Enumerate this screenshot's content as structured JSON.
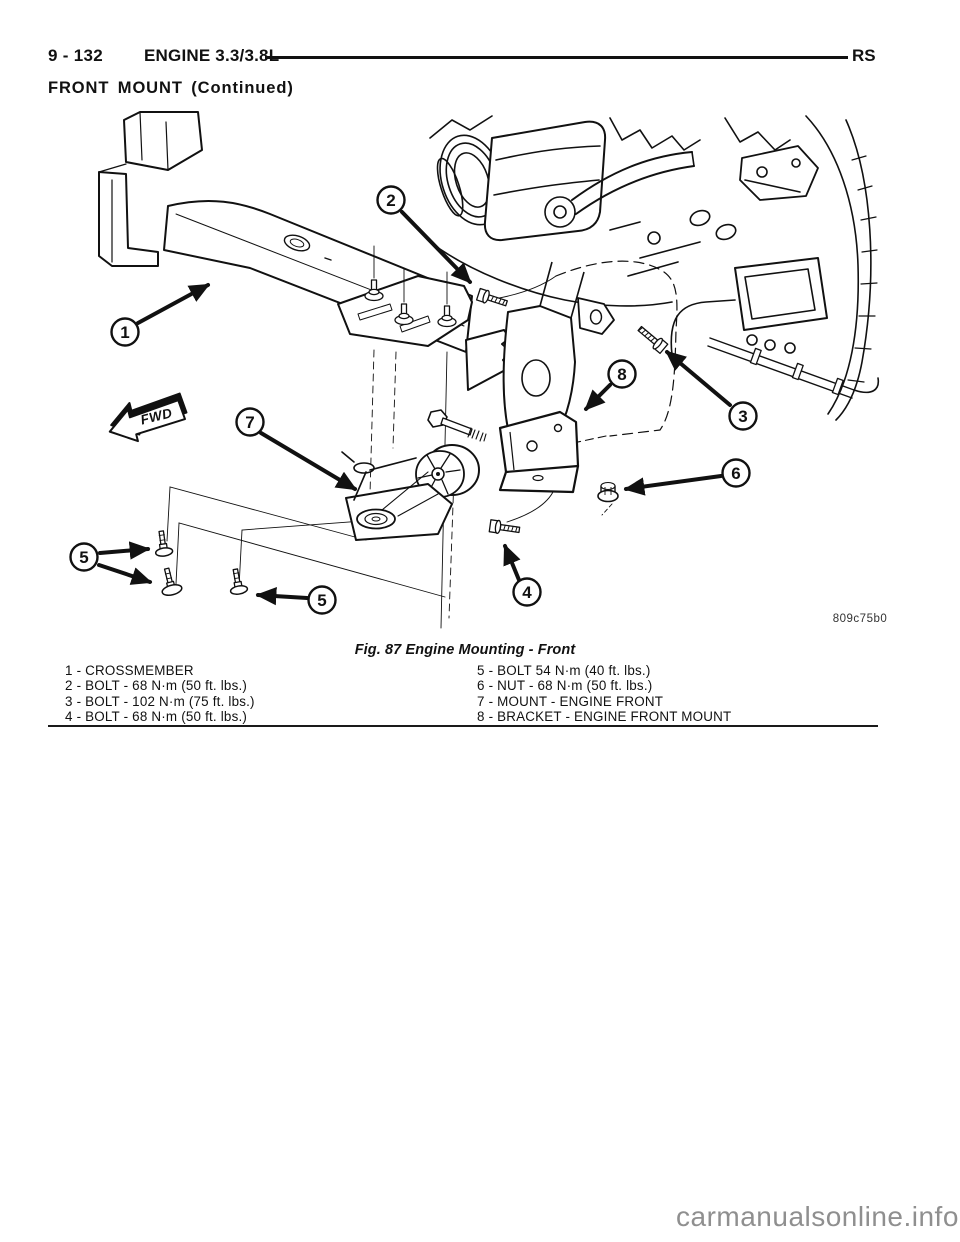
{
  "header": {
    "page_number": "9 - 132",
    "section": "ENGINE 3.3/3.8L",
    "model_code": "RS",
    "subsection": "FRONT MOUNT (Continued)"
  },
  "figure": {
    "caption": "Fig. 87 Engine Mounting - Front",
    "code": "809c75b0",
    "fwd_label": "FWD",
    "callouts": {
      "c1": "1",
      "c2": "2",
      "c3": "3",
      "c4": "4",
      "c5": "5",
      "c5b": "5",
      "c6": "6",
      "c7": "7",
      "c8": "8"
    }
  },
  "legend": {
    "left": [
      "1 - CROSSMEMBER",
      "2 - BOLT - 68 N·m (50 ft. lbs.)",
      "3 - BOLT - 102 N·m (75 ft. lbs.)",
      "4 - BOLT - 68 N·m (50 ft. lbs.)"
    ],
    "right": [
      "5 - BOLT 54 N·m (40 ft. lbs.)",
      "6 - NUT - 68 N·m (50 ft. lbs.)",
      "7 - MOUNT - ENGINE FRONT",
      "8 - BRACKET - ENGINE FRONT MOUNT"
    ]
  },
  "watermark": {
    "text": "carmanualsonline.info"
  }
}
